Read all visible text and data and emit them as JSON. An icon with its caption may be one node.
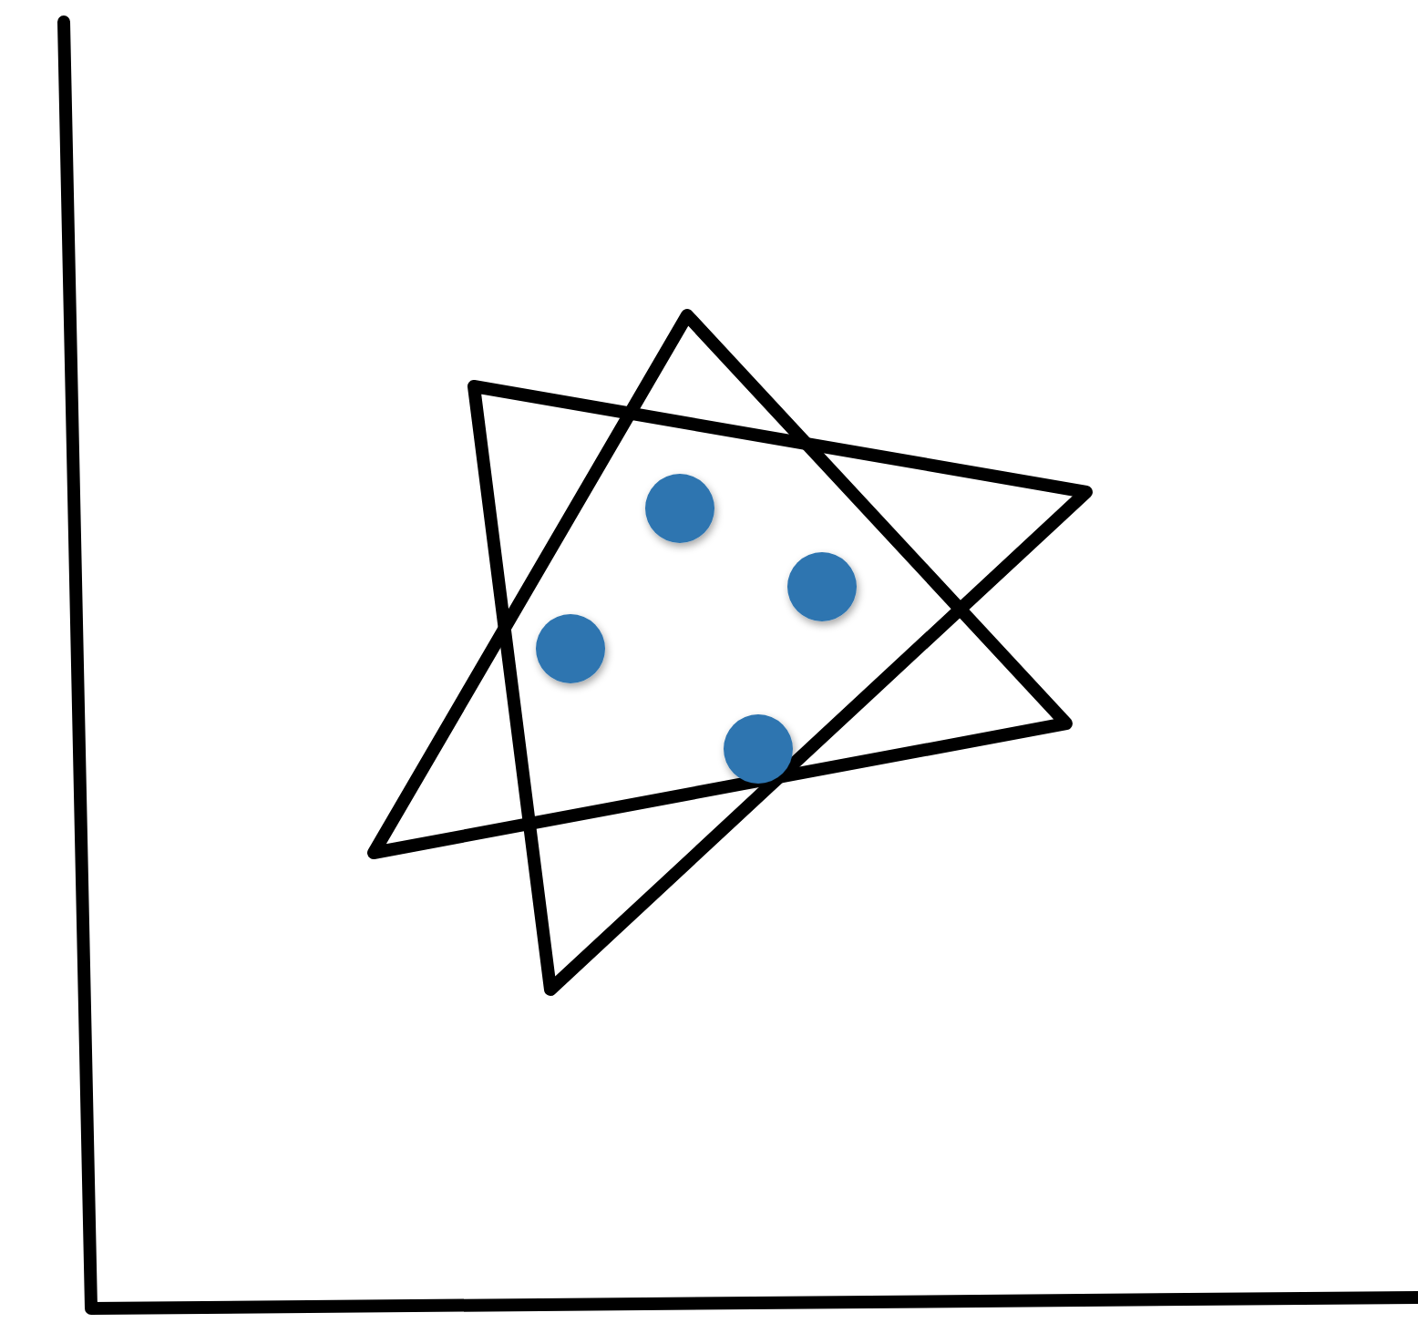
{
  "diagram": {
    "nodes": [
      {
        "text": [],
        "shape": "triangle"
      },
      {
        "text": [],
        "shape": "triangle"
      },
      {
        "text": [],
        "shape": "circle"
      },
      {
        "text": [],
        "shape": "circle"
      },
      {
        "text": [],
        "shape": "circle"
      },
      {
        "text": [],
        "shape": "circle"
      }
    ]
  }
}
